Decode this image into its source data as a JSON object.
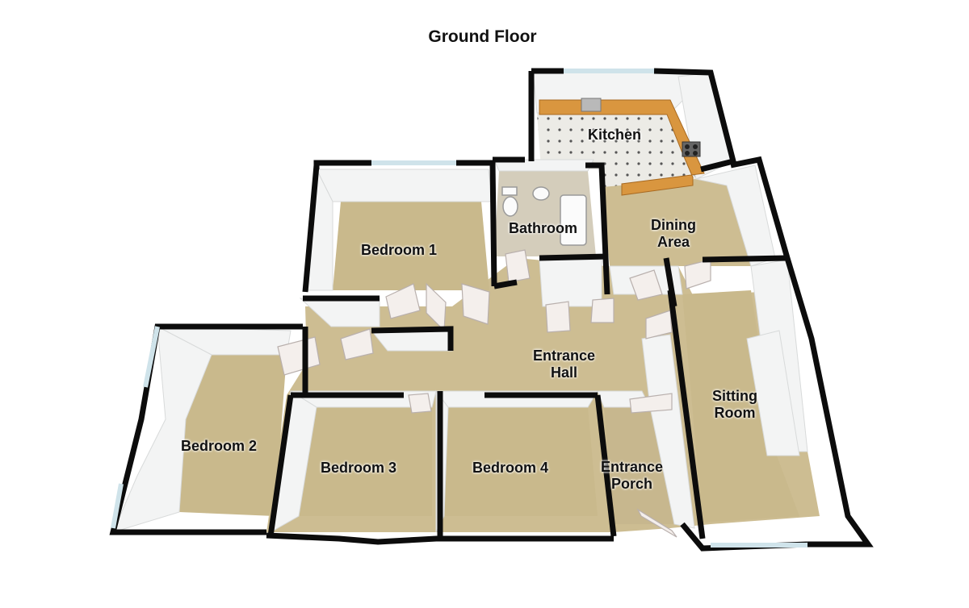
{
  "plan": {
    "title": "Ground Floor",
    "rooms": {
      "kitchen": [
        "Kitchen"
      ],
      "bathroom": [
        "Bathroom"
      ],
      "bedroom1": [
        "Bedroom 1"
      ],
      "dining": [
        "Dining",
        "Area"
      ],
      "entrance_hall": [
        "Entrance",
        "Hall"
      ],
      "sitting_room": [
        "Sitting",
        "Room"
      ],
      "bedroom2": [
        "Bedroom 2"
      ],
      "bedroom3": [
        "Bedroom 3"
      ],
      "bedroom4": [
        "Bedroom 4"
      ],
      "entrance_porch": [
        "Entrance",
        "Porch"
      ]
    }
  },
  "colors": {
    "floor": "#cdbd92",
    "kitchen_tile": "#ecebe6",
    "worktop": "#d9963f",
    "wall_outer": "#0c0c0c",
    "wall_face": "#f3f4f4",
    "door": "#f4efec"
  }
}
